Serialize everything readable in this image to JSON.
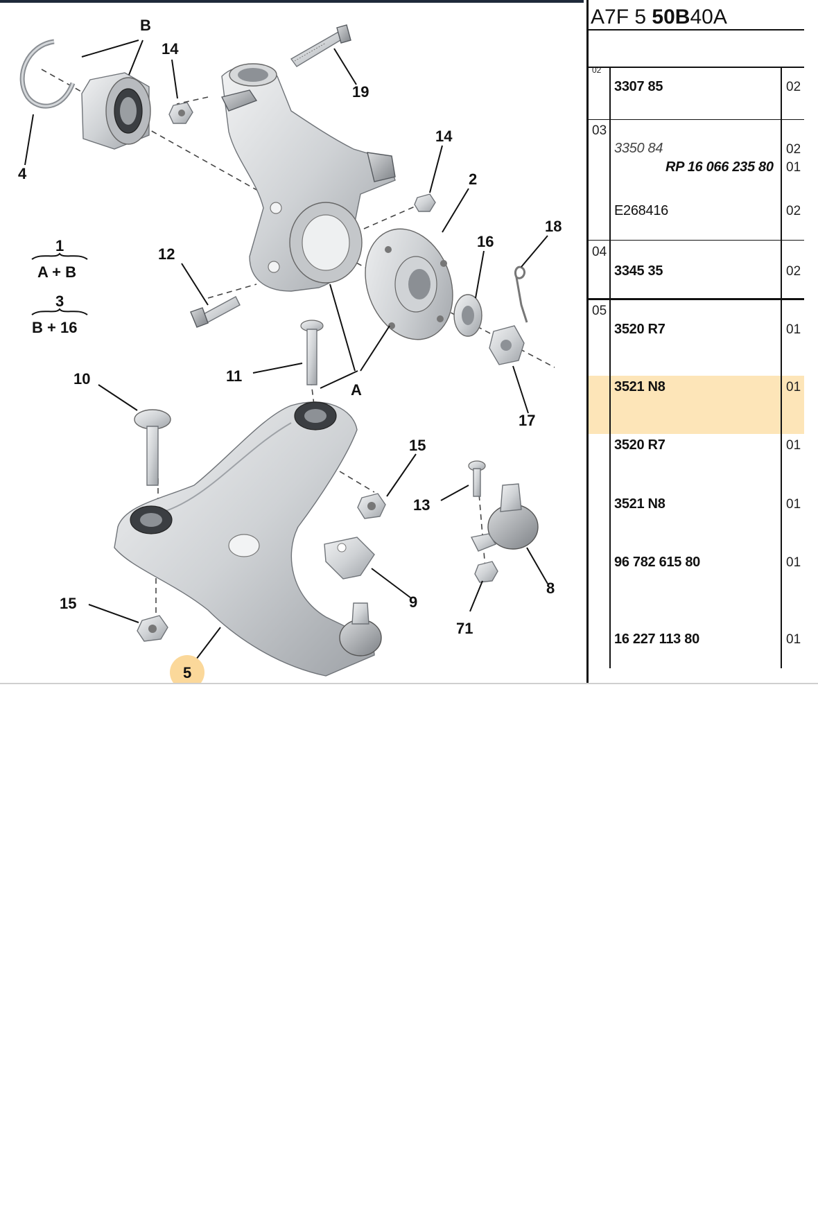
{
  "diagram": {
    "callouts": {
      "c1": "1",
      "c2": "2",
      "c3": "3",
      "c4": "4",
      "c5": "5",
      "c8": "8",
      "c9": "9",
      "c10": "10",
      "c11": "11",
      "c12": "12",
      "c13": "13",
      "c14a": "14",
      "c14b": "14",
      "c15a": "15",
      "c15b": "15",
      "c16": "16",
      "c17": "17",
      "c18": "18",
      "c19": "19",
      "c71": "71",
      "cA": "A",
      "cB": "B"
    },
    "legend": {
      "kit1_number": "1",
      "kit1_formula": "A + B",
      "kit3_number": "3",
      "kit3_formula": "B + 16"
    },
    "highlight_color": "#fbd89a"
  },
  "table": {
    "reference": {
      "part1": "A7F",
      "part2": "5",
      "part3": "50B",
      "part4": "40A"
    },
    "rows": [
      {
        "position": "02",
        "number": "3307 85",
        "qty": "02"
      },
      {
        "position": "03",
        "number": "3350 84",
        "qty": "02"
      },
      {
        "position": "",
        "number": "RP 16 066 235 80",
        "qty": "01"
      },
      {
        "position": "",
        "number": "E268416",
        "qty": "02"
      },
      {
        "position": "04",
        "number": "3345 35",
        "qty": "02"
      },
      {
        "position": "05",
        "number": "3520 R7",
        "qty": "01"
      },
      {
        "position": "",
        "number": "3521 N8",
        "qty": "01"
      },
      {
        "position": "",
        "number": "3520 R7",
        "qty": "01"
      },
      {
        "position": "",
        "number": "3521 N8",
        "qty": "01"
      },
      {
        "position": "",
        "number": "96 782 615 80",
        "qty": "01"
      },
      {
        "position": "",
        "number": "16 227 113 80",
        "qty": "01"
      }
    ],
    "highlight_color": "#fde5b8"
  }
}
